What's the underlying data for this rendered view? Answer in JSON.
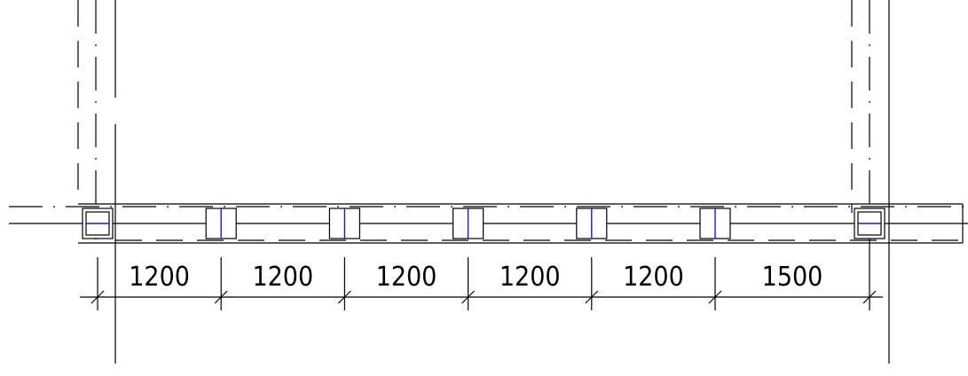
{
  "dimensions": {
    "unit": "mm",
    "segments": [
      {
        "label": "1200",
        "value": 1200
      },
      {
        "label": "1200",
        "value": 1200
      },
      {
        "label": "1200",
        "value": 1200
      },
      {
        "label": "1200",
        "value": 1200
      },
      {
        "label": "1200",
        "value": 1200
      },
      {
        "label": "1500",
        "value": 1500
      }
    ]
  },
  "colors": {
    "line": "#000000",
    "post_axis": "#1a1acc",
    "background": "#ffffff"
  }
}
